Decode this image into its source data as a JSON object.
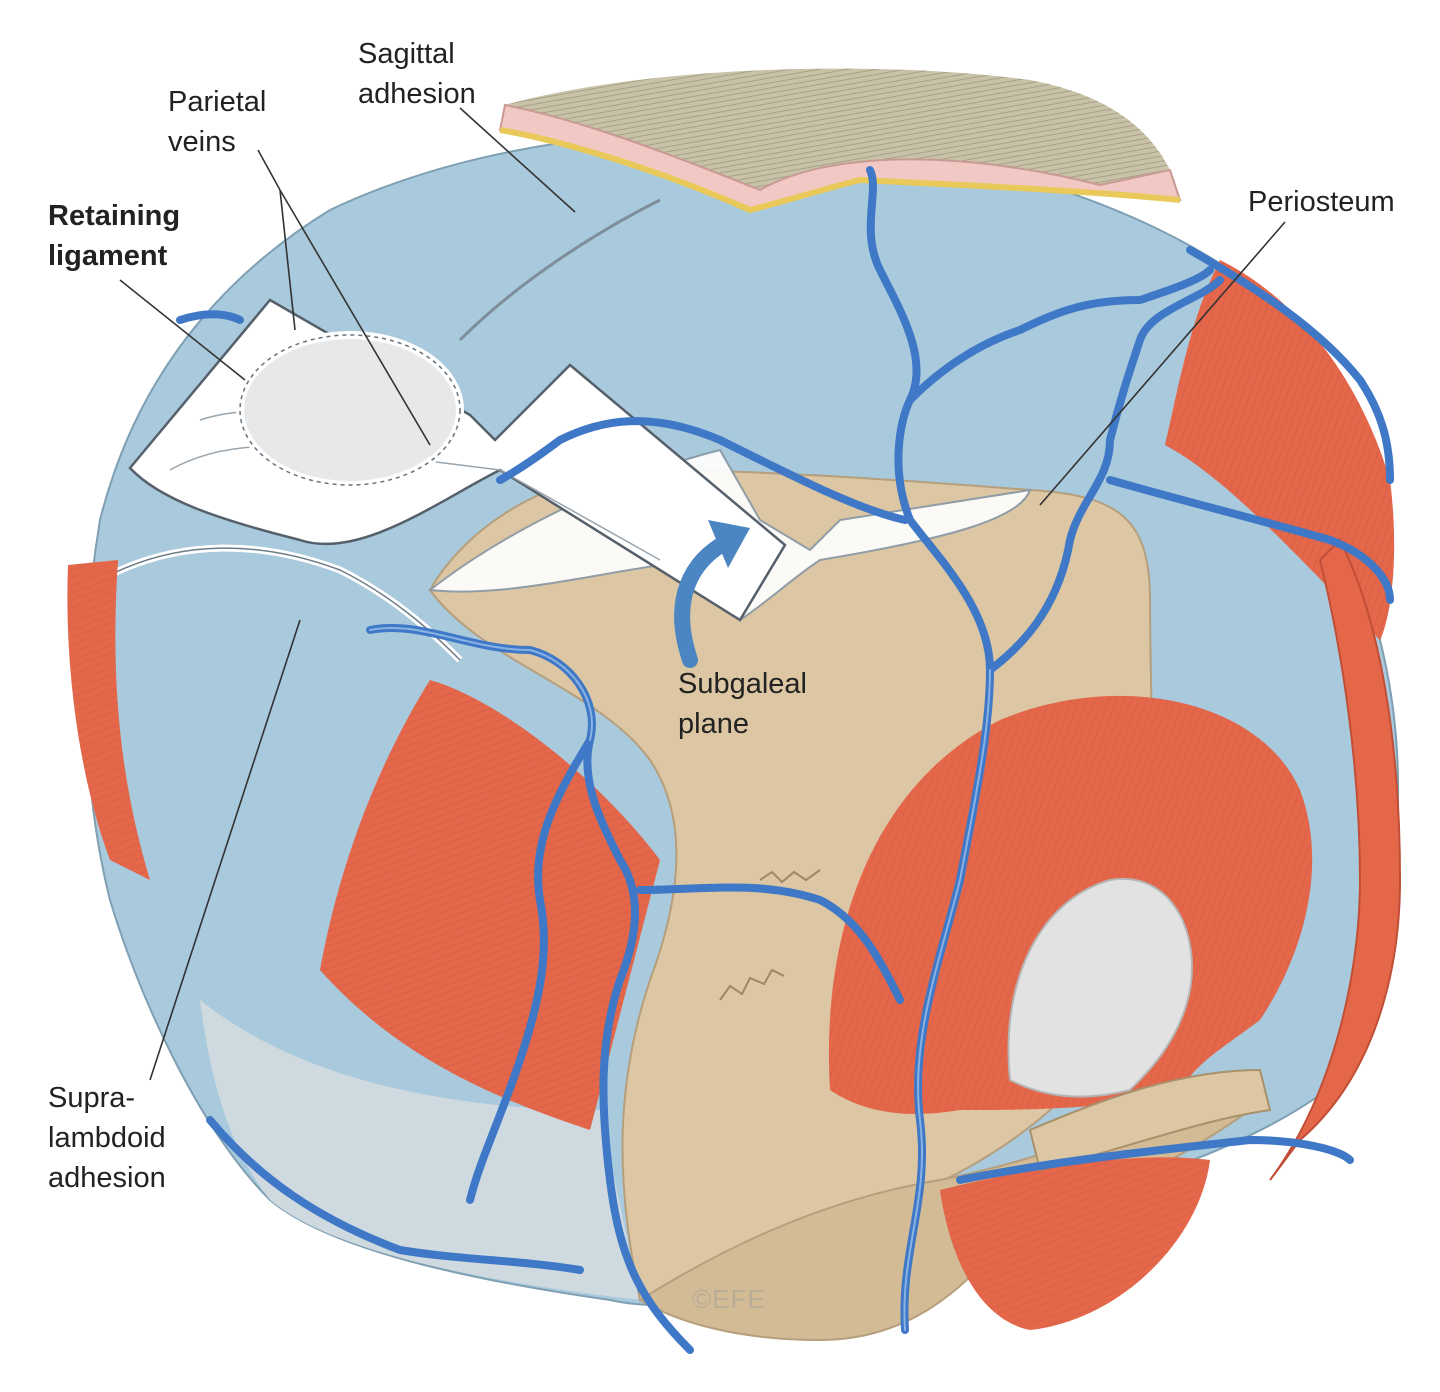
{
  "labels": {
    "sagittal_adhesion": {
      "line1": "Sagittal",
      "line2": "adhesion"
    },
    "parietal_veins": {
      "line1": "Parietal",
      "line2": "veins"
    },
    "retaining_ligament": {
      "line1": "Retaining",
      "line2": "ligament"
    },
    "periosteum": {
      "line1": "Periosteum"
    },
    "subgaleal_plane": {
      "line1": "Subgaleal",
      "line2": "plane"
    },
    "supralambdoid_adhesion": {
      "line1": "Supra-",
      "line2": "lambdoid",
      "line3": "adhesion"
    }
  },
  "copyright": "©EFE",
  "colors": {
    "galea": "#a9c9dc",
    "bone": "#dcc6a3",
    "muscle": "#e4674a",
    "vein": "#3f78c6",
    "skin": "#f2c8c4",
    "hair": "#b9b39a",
    "fat": "#e9c95a",
    "arrow": "#4b86c2"
  }
}
